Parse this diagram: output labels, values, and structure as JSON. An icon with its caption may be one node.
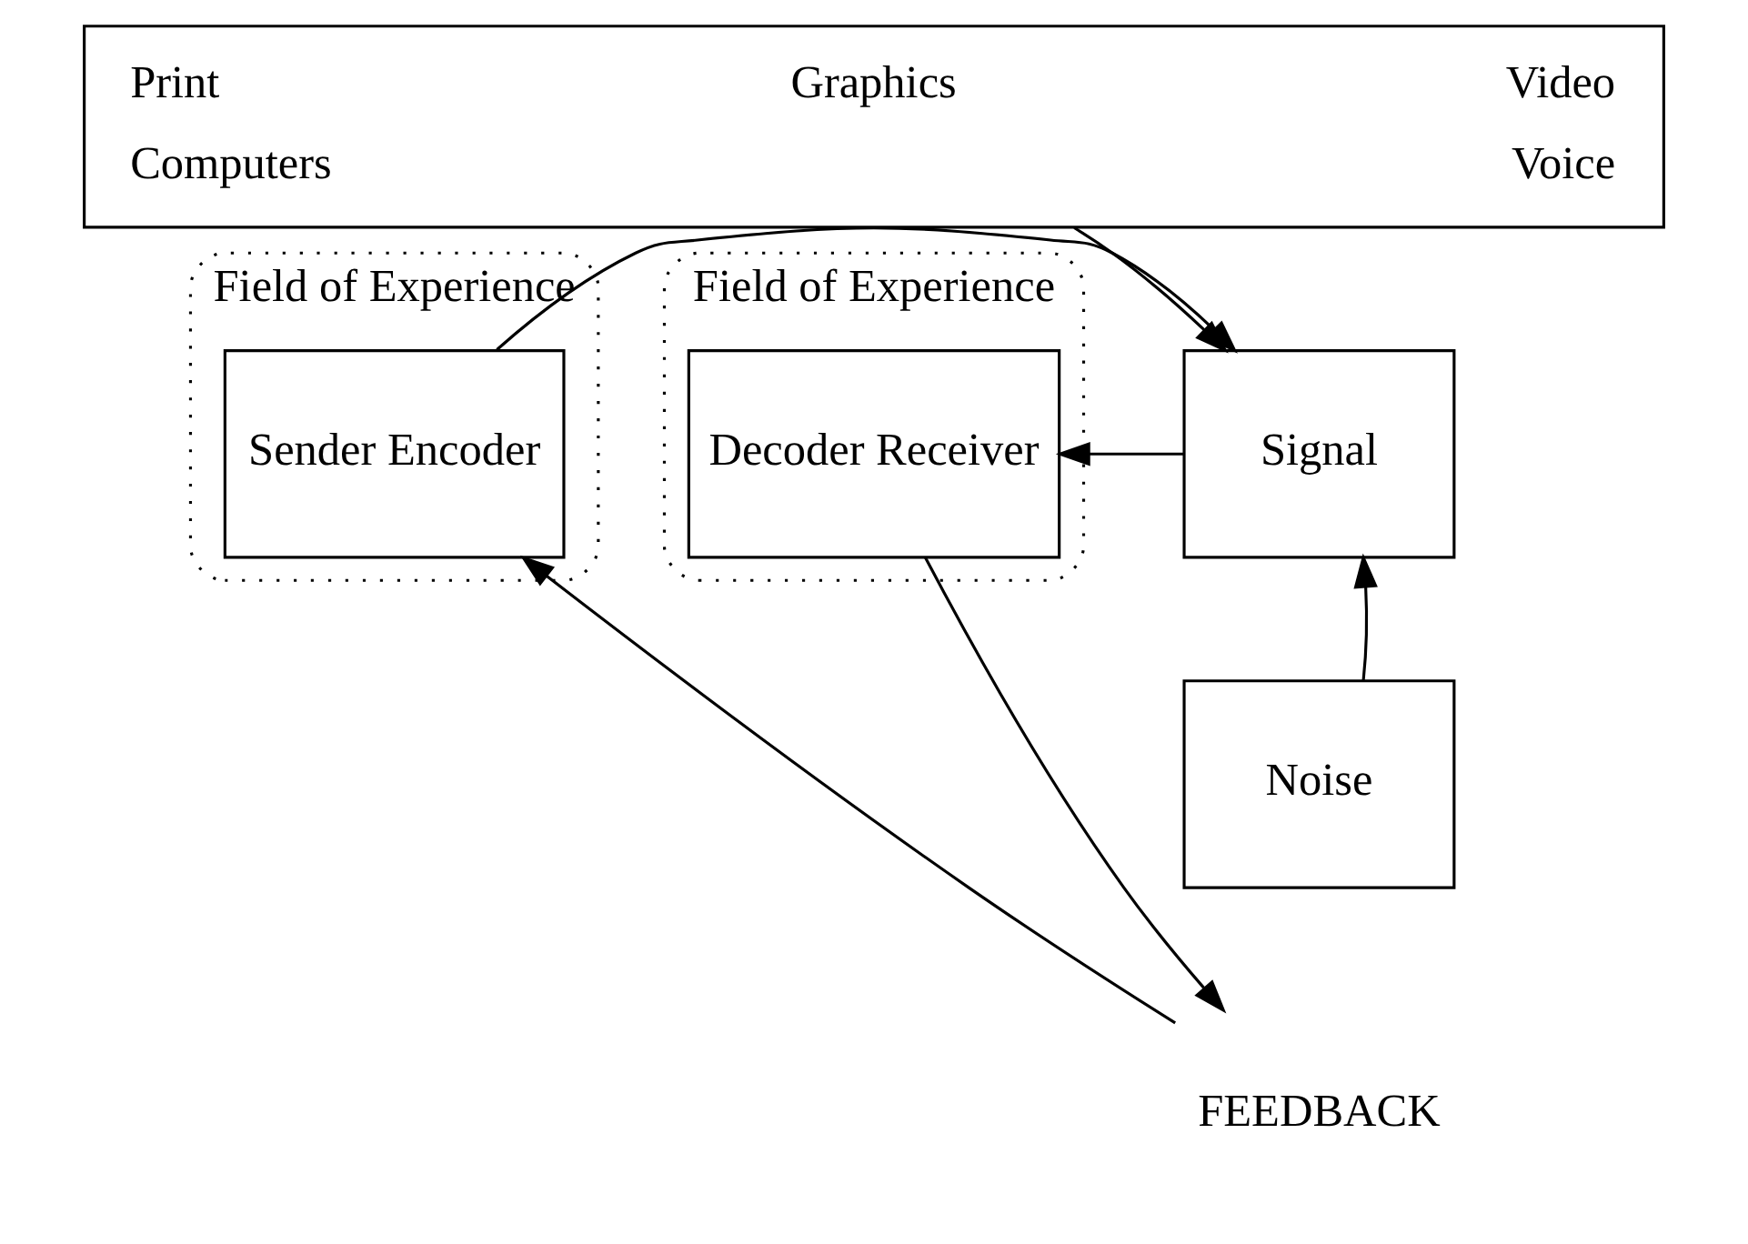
{
  "diagram": {
    "nodes": [
      {
        "text": [
          "Print",
          "Graphics",
          "Video",
          "Computers",
          "Voice"
        ]
      },
      {
        "text": [
          "Field of Experience"
        ]
      },
      {
        "text": [
          "Sender Encoder"
        ],
        "in": 1
      },
      {
        "text": [
          "Field of Experience"
        ]
      },
      {
        "text": [
          "Signal"
        ]
      },
      {
        "text": [
          "Decoder Receiver"
        ],
        "in": 3
      },
      {
        "text": [
          "Noise"
        ]
      },
      {
        "text": [
          "FEEDBACK"
        ]
      }
    ],
    "edges": [
      {
        "from": 0,
        "to": 4,
        "arrow": "to"
      },
      {
        "from": 2,
        "to": 4,
        "arrow": "to"
      },
      {
        "from": 4,
        "to": 5,
        "arrow": "to"
      },
      {
        "from": 6,
        "to": 4,
        "arrow": "to"
      },
      {
        "from": 5,
        "to": 7,
        "arrow": "to"
      },
      {
        "from": 7,
        "to": 2,
        "arrow": "to"
      }
    ]
  }
}
